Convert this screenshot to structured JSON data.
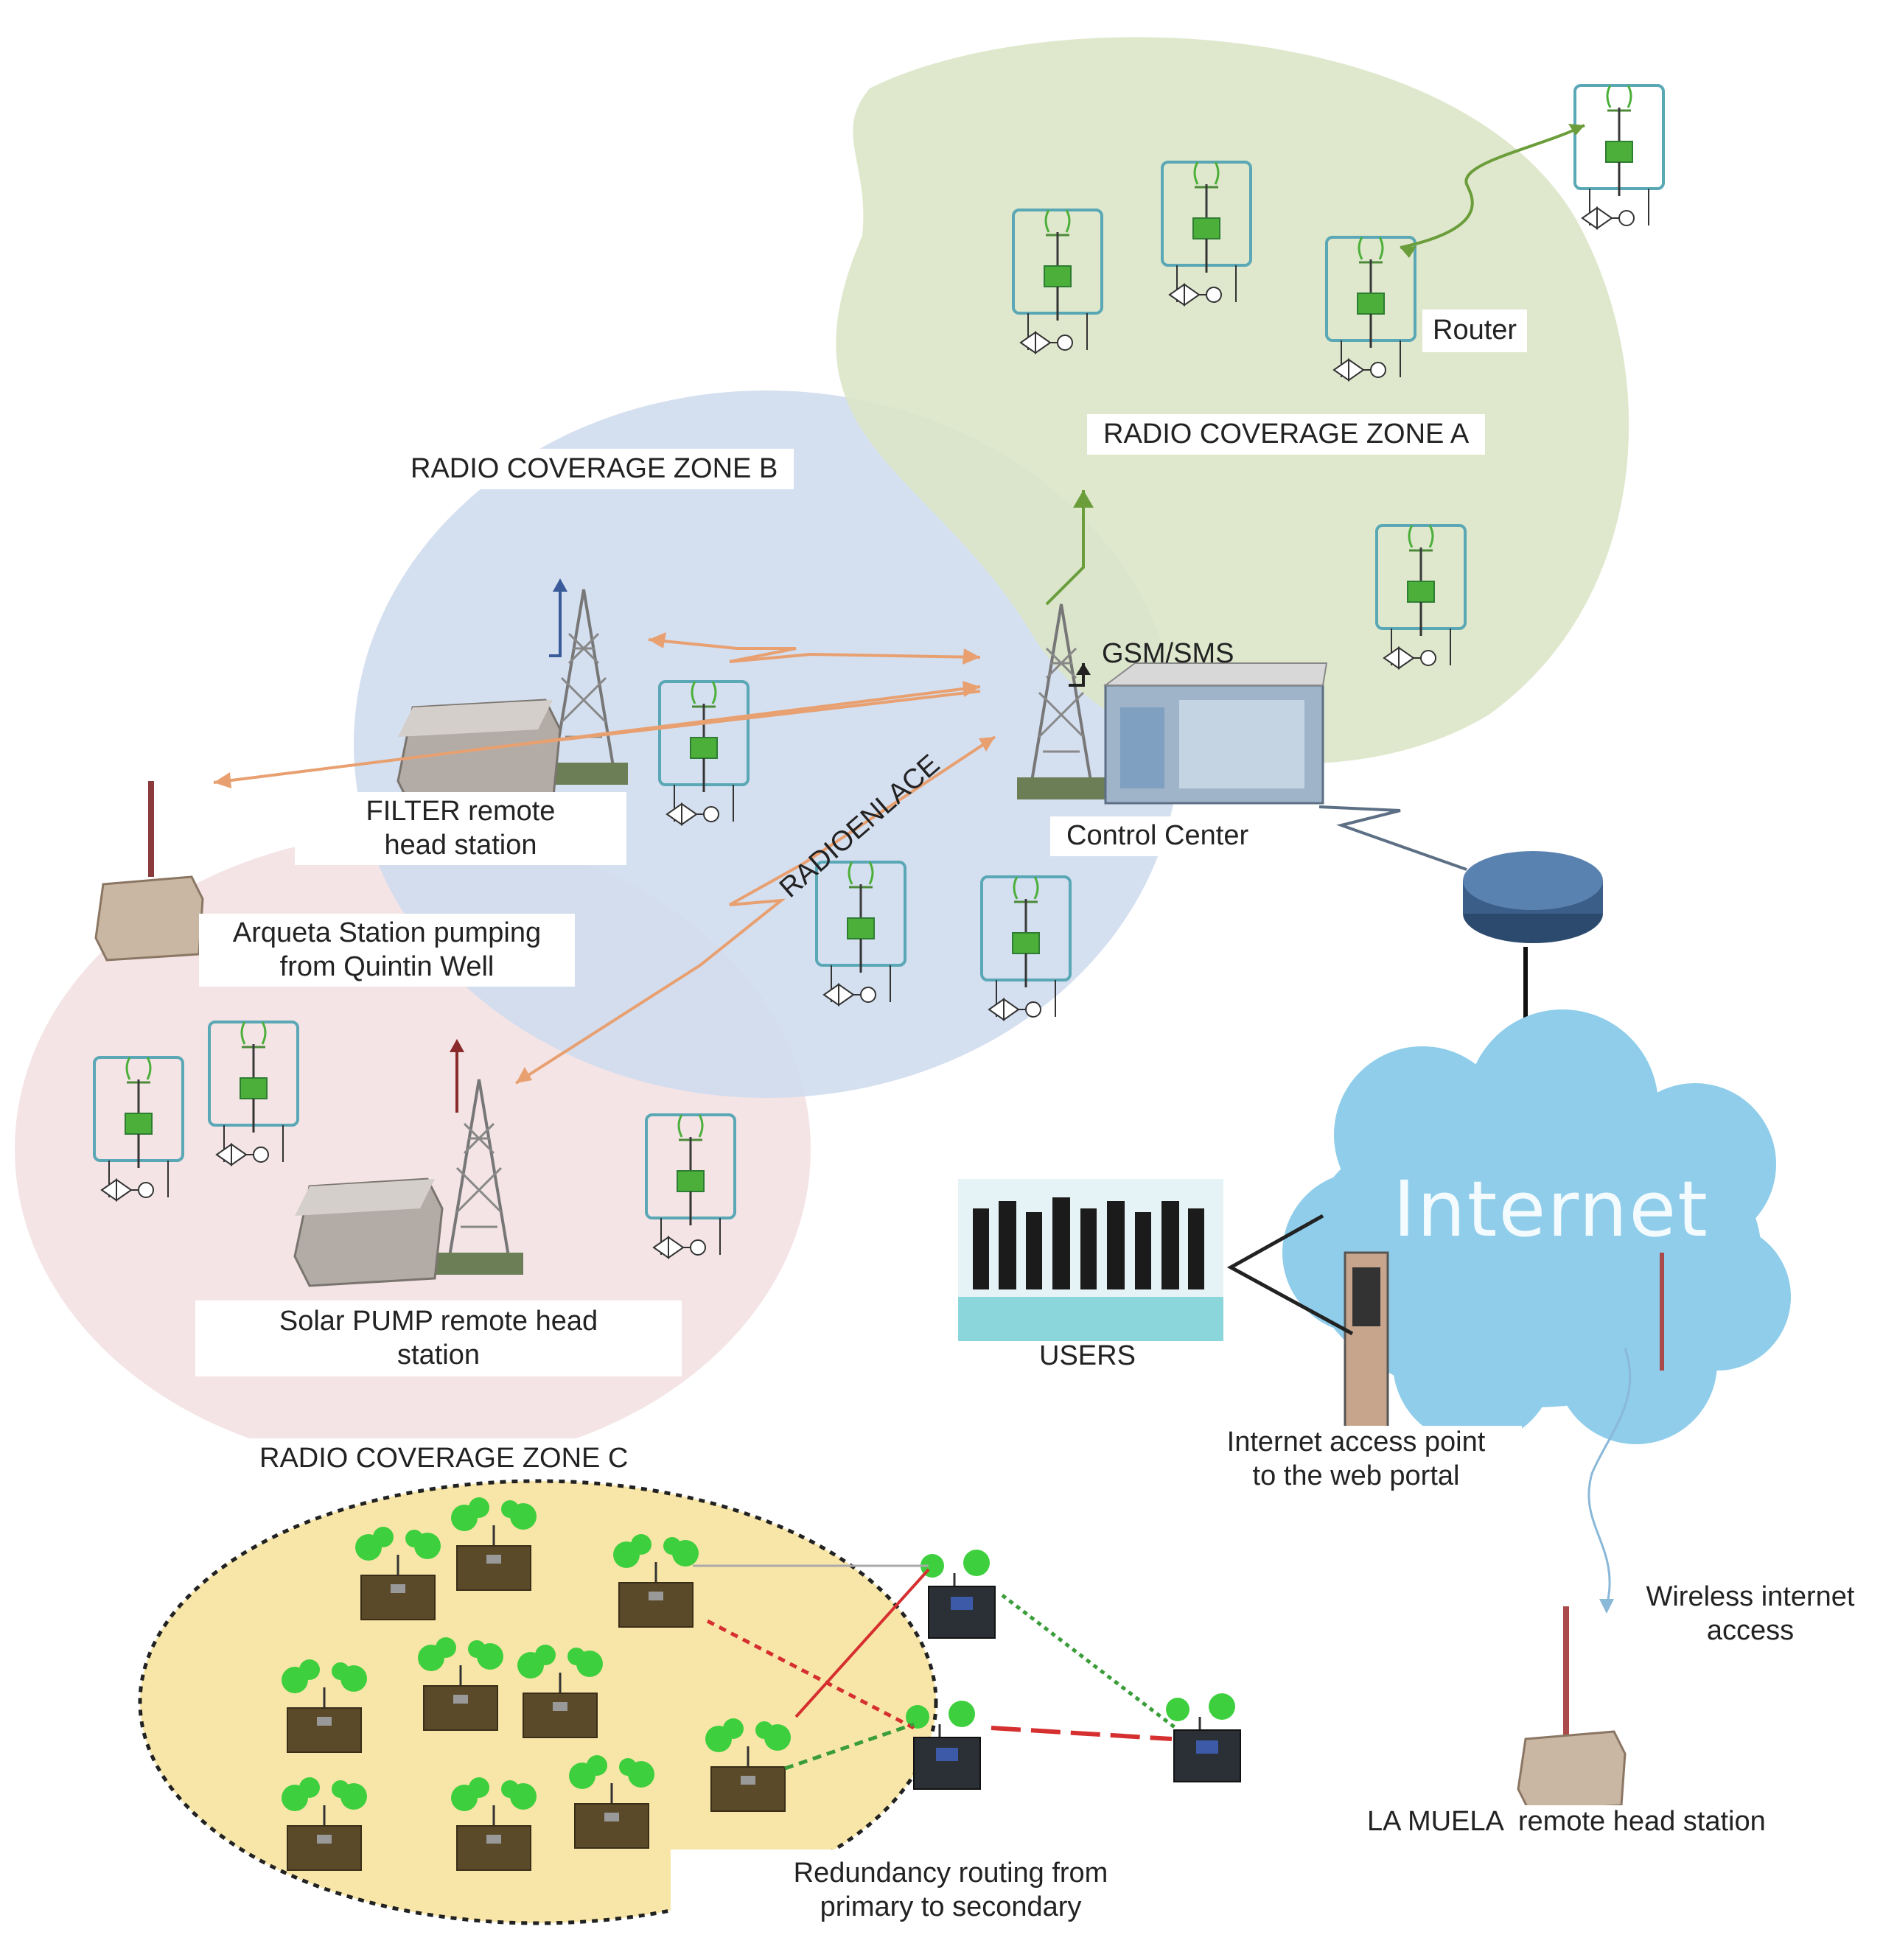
{
  "zones": {
    "zone_a": "RADIO COVERAGE ZONE A",
    "zone_b": "RADIO COVERAGE ZONE B",
    "zone_c": "RADIO COVERAGE ZONE C"
  },
  "labels": {
    "router": "Router",
    "gsm": "GSM/SMS",
    "control_center": "Control Center",
    "radioenlace": "RADIOENLACE",
    "filter_line1": "FILTER remote",
    "filter_line2": "head station",
    "arqueta_line1": "Arqueta Station pumping",
    "arqueta_line2": "from Quintin Well",
    "solar_line1": "Solar PUMP remote head",
    "solar_line2": "station",
    "internet": "Internet",
    "users": "USERS",
    "access_line1": "Internet access point",
    "access_line2": "to the web portal",
    "wireless_line1": "Wireless internet",
    "wireless_line2": "access",
    "lamuela": "LA MUELA  remote head station",
    "redundancy_line1": "Redundancy routing from",
    "redundancy_line2": "primary to secondary"
  },
  "colors": {
    "zone_a": "#dbe6c8",
    "zone_b": "#cfdcee",
    "zone_c": "#f3e1e3",
    "field": "#f8e6a8",
    "radio_link": "#e8a070",
    "cloud": "#8fcdea",
    "node_box": "#5aa7b5",
    "node_green": "#4caf3a"
  }
}
